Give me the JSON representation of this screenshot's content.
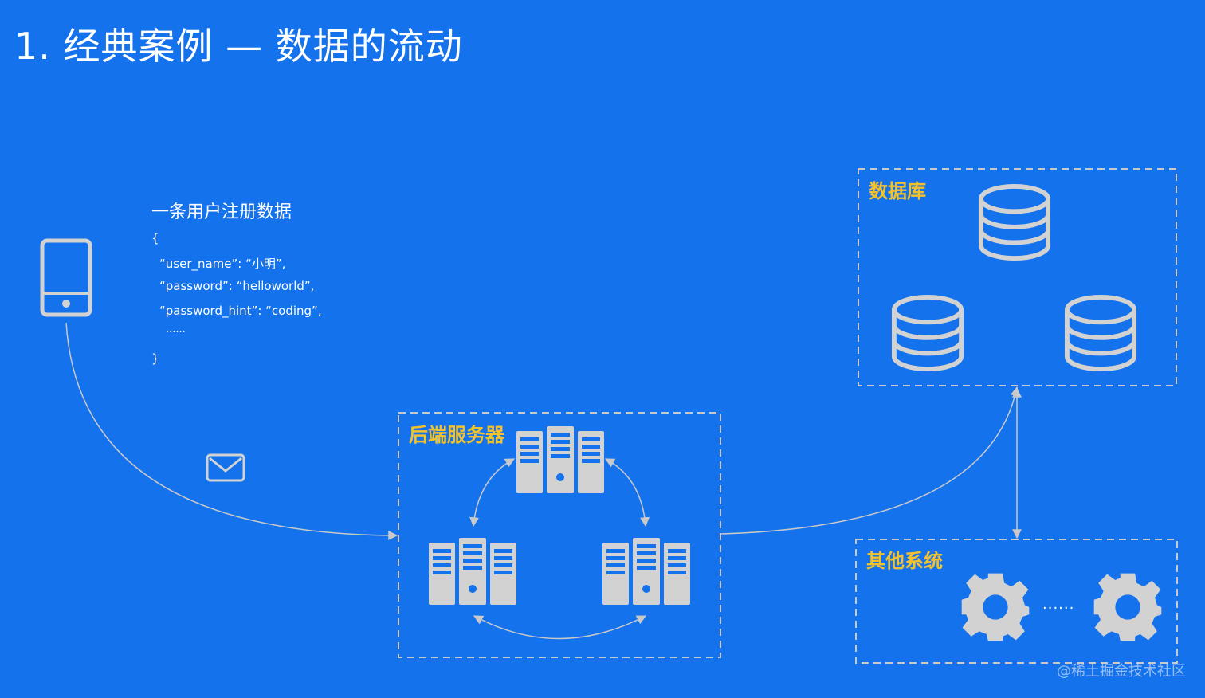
{
  "slide": {
    "title": "1. 经典案例 — 数据的流动"
  },
  "user_data": {
    "caption": "一条用户注册数据",
    "open_brace": "{",
    "line_user_name": "“user_name”: “小明”,",
    "line_password": "“password”: “helloworld”,",
    "line_password_hint": "“password_hint”: “coding”,",
    "line_more": "......",
    "close_brace": "}"
  },
  "groups": {
    "backend_label": "后端服务器",
    "database_label": "数据库",
    "other_label": "其他系统",
    "other_ellipsis": "......"
  },
  "watermark": "@稀土掘金技术社区",
  "colors": {
    "background": "#1472ec",
    "label_accent": "#f2c12e",
    "icon_gray": "#d2d2d2",
    "line_gray": "#c9c9c9"
  },
  "icons": [
    "phone-icon",
    "envelope-icon",
    "server-rack-icon",
    "database-icon",
    "gear-icon"
  ]
}
